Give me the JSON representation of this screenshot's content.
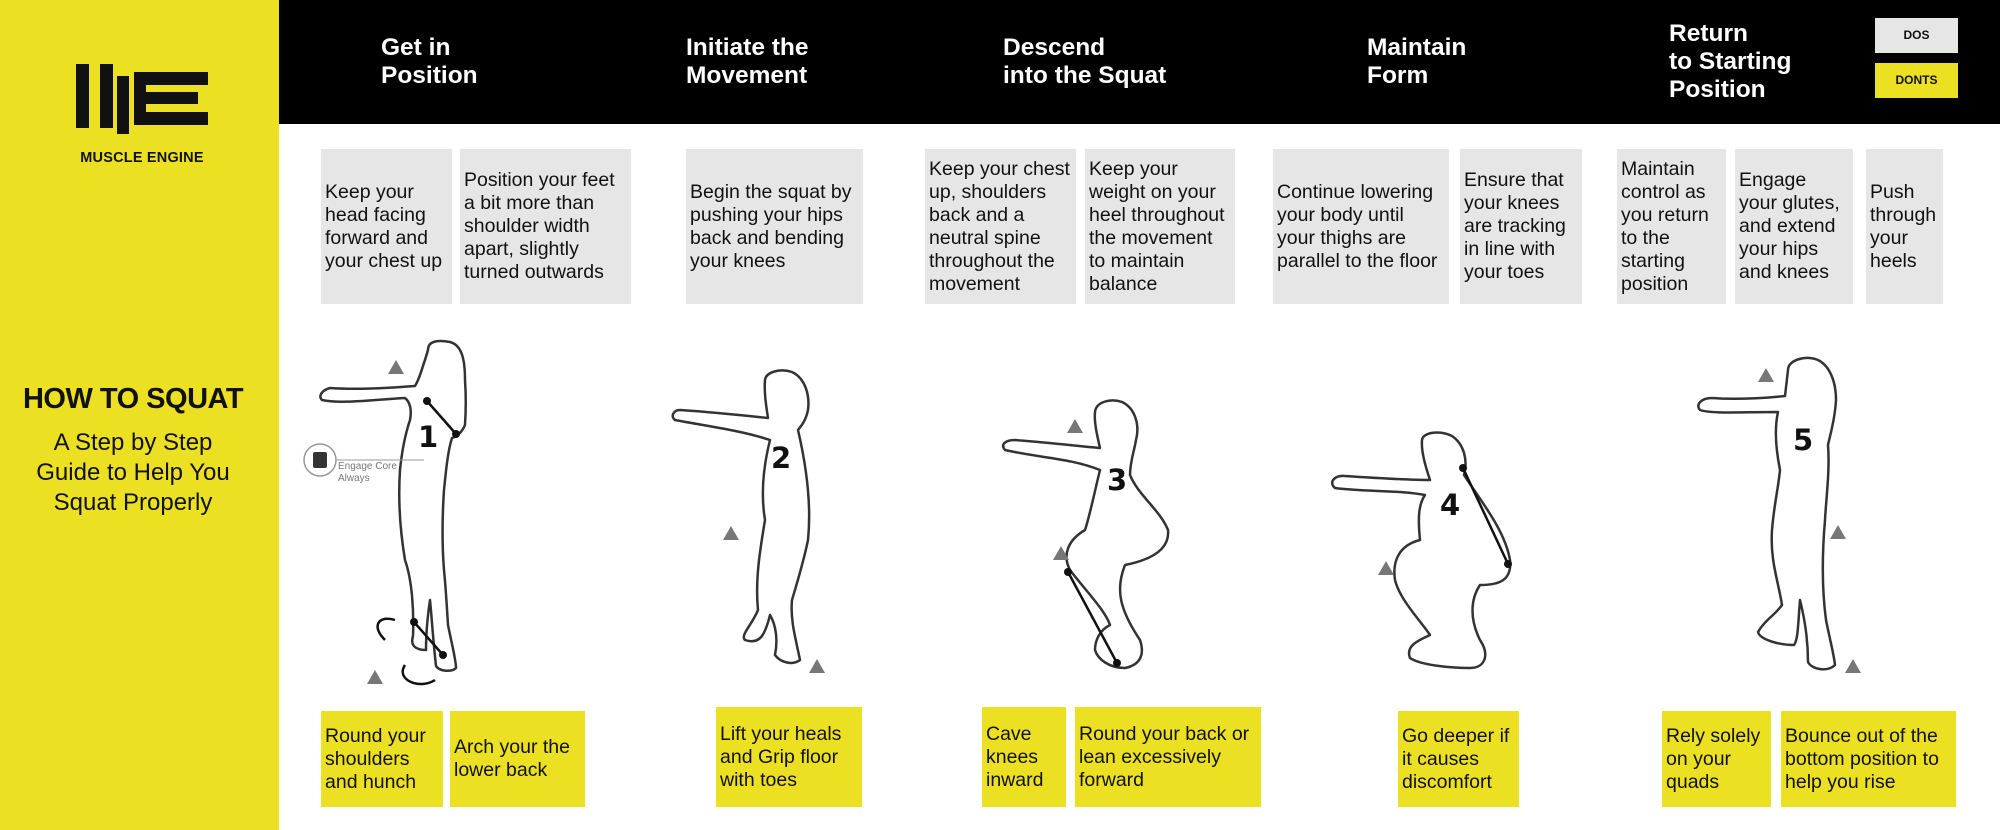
{
  "brand": {
    "name": "MUSCLE ENGINE"
  },
  "sidebar": {
    "title": "HOW TO SQUAT",
    "subtitle": "A Step by Step Guide to Help You Squat Properly"
  },
  "toggles": {
    "dos": "DOS",
    "donts": "DONTS"
  },
  "steps": [
    {
      "title": "Get in\nPosition",
      "number": "1"
    },
    {
      "title": "Initiate the\nMovement",
      "number": "2"
    },
    {
      "title": "Descend\ninto the Squat",
      "number": "3"
    },
    {
      "title": "Maintain\nForm",
      "number": "4"
    },
    {
      "title": "Return\nto Starting\nPosition",
      "number": "5"
    }
  ],
  "dos": [
    "Keep your head facing forward and your chest up",
    "Position your feet a bit more than shoulder width apart, slightly turned outwards",
    "Begin the squat by pushing your hips back and bending your knees",
    "Keep your chest up, shoulders back and a neutral spine throughout the movement",
    "Keep your weight on your heel throughout the movement to maintain balance",
    "Continue lowering your body until your thighs are parallel to the floor",
    "Ensure that your knees are tracking in line with your toes",
    "Maintain control as you return to the starting position",
    "Engage your glutes, and extend your hips and knees",
    "Push through your heels"
  ],
  "donts": [
    "Round your shoulders and hunch",
    "Arch your the lower back",
    "Lift your heals and Grip floor with toes",
    "Cave knees inward",
    "Round your back or lean excessively forward",
    "Go deeper if it causes discomfort",
    "Rely solely on your quads",
    "Bounce out of the bottom position to help you rise"
  ],
  "annotations": {
    "core": "Engage Core\nAlways"
  },
  "colors": {
    "accent": "#ece022",
    "header": "#000000",
    "card": "#e6e6e6"
  },
  "icons": [
    "muscle-engine-logo",
    "abs-icon",
    "rotate-arrow-icon",
    "triangle-marker-icon"
  ]
}
